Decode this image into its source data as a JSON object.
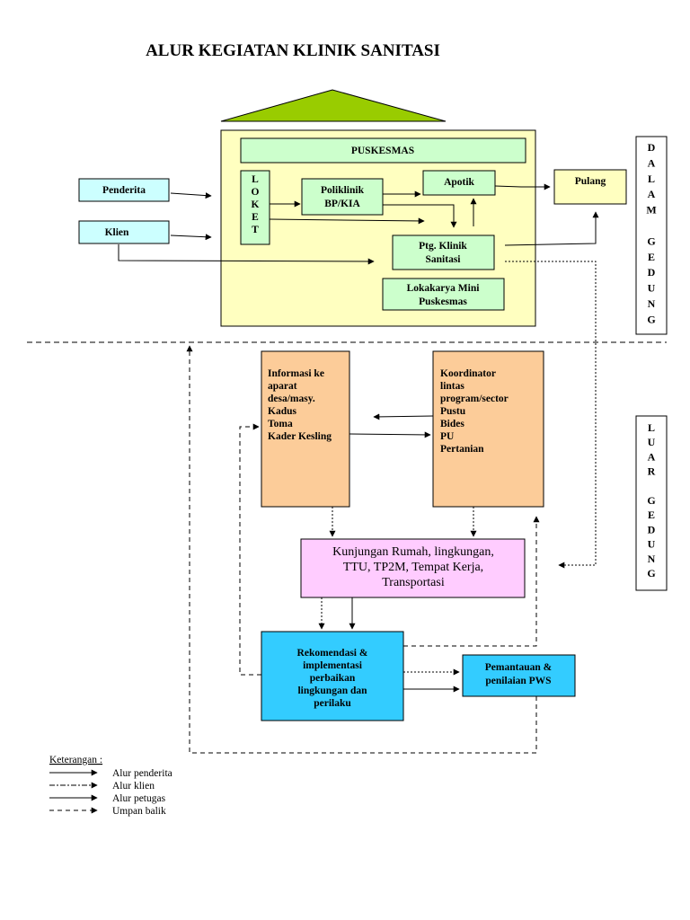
{
  "title": "ALUR KEGIATAN KLINIK SANITASI",
  "nodes": {
    "puskesmas": "PUSKESMAS",
    "penderita": "Penderita",
    "klien": "Klien",
    "loket": [
      "L",
      "O",
      "K",
      "E",
      "T"
    ],
    "poliklinik": [
      "Poliklinik",
      "BP/KIA"
    ],
    "apotik": "Apotik",
    "pulang": "Pulang",
    "ptg_klinik": [
      "Ptg. Klinik",
      "Sanitasi"
    ],
    "lokakarya": [
      "Lokakarya Mini",
      "Puskesmas"
    ],
    "informasi": [
      "Informasi ke",
      "aparat",
      "desa/masy.",
      "Kadus",
      "Toma",
      "Kader Kesling"
    ],
    "koordinator": [
      "Koordinator",
      "lintas",
      "program/sector",
      "Pustu",
      "Bides",
      "PU",
      "Pertanian"
    ],
    "kunjungan": [
      "Kunjungan Rumah, lingkungan,",
      "TTU, TP2M, Tempat Kerja,",
      "Transportasi"
    ],
    "rekomendasi": [
      "Rekomendasi &",
      "implementasi",
      "perbaikan",
      "lingkungan dan",
      "perilaku"
    ],
    "pemantauan": [
      "Pemantauan &",
      "penilaian PWS"
    ]
  },
  "side_labels": {
    "dalam": [
      "D",
      "A",
      "L",
      "A",
      "M",
      "",
      "G",
      "E",
      "D",
      "U",
      "N",
      "G"
    ],
    "luar": [
      "L",
      "U",
      "A",
      "R",
      "",
      "G",
      "E",
      "D",
      "U",
      "N",
      "G"
    ]
  },
  "legend": {
    "heading": "Keterangan :",
    "items": [
      "Alur penderita",
      "Alur klien",
      "Alur petugas",
      "Umpan balik"
    ]
  },
  "colors": {
    "roof": "#99cc00",
    "puskesmas_bg": "#ffffc0",
    "light_green": "#ccffcc",
    "light_cyan": "#ccffff",
    "orange": "#fccc99",
    "pink": "#ffccff",
    "blue": "#33ccff",
    "pulang_bg": "#ffffc0"
  }
}
